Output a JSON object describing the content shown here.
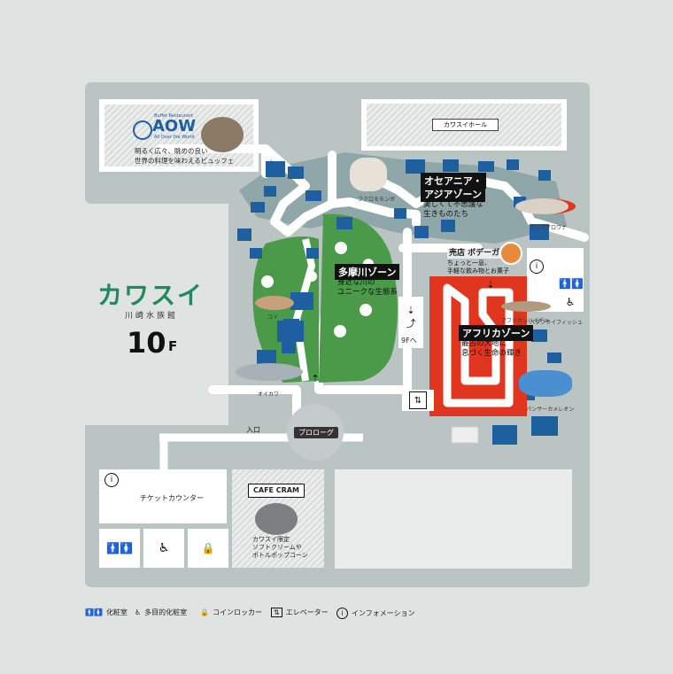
{
  "restaurant": {
    "logo_caption": "Buffet Restaurant",
    "logo_name": "AOW",
    "logo_tagline": "All Over the World",
    "desc_line1": "明るく広々、眺めの良い",
    "desc_line2": "世界の料理を味わえるビュッフェ"
  },
  "hall": {
    "label": "カワスイホール"
  },
  "branding": {
    "name": "カワスイ",
    "subtitle": "川崎水族館",
    "floor_number": "10",
    "floor_unit": "F"
  },
  "zones": {
    "oceania": {
      "title_line1": "オセアニア・",
      "title_line2": "アジアゾーン",
      "desc_line1": "美しくて不思議な",
      "desc_line2": "生きものたち"
    },
    "tama": {
      "title": "多摩川ゾーン",
      "desc_line1": "身近な川の",
      "desc_line2": "ユニークな生態系"
    },
    "africa": {
      "title": "アフリカゾーン",
      "desc_line1": "最古の大地に",
      "desc_line2": "息づく生命の輝き"
    }
  },
  "shop": {
    "title": "売店 ボデーガ",
    "desc_line1": "ちょっと一息、",
    "desc_line2": "手軽な飲み物とお菓子"
  },
  "animal_labels": {
    "sugar_glider": "フクロモモンガ",
    "arowana": "アジアアロワナ",
    "carp": "コイ",
    "oikawa": "オイカワ",
    "lungfish": "アフリカンハイギョ",
    "butterflyfish": "バタフライフィッシュ",
    "chameleon": "パンサーカメレオン"
  },
  "navigation": {
    "down_label": "9Fへ",
    "entrance": "入口",
    "prologue": "プロローグ"
  },
  "ticket": {
    "label": "チケットカウンター"
  },
  "cafe": {
    "name": "CAFE CRAM",
    "desc_line1": "カワスイ限定",
    "desc_line2": "ソフトクリームや",
    "desc_line3": "ボトルポップコーン"
  },
  "legend": {
    "restroom": "化粧室",
    "multipurpose": "多目的化粧室",
    "locker": "コインロッカー",
    "elevator": "エレベーター",
    "info": "インフォメーション"
  },
  "colors": {
    "background": "#dfe3e1",
    "floor": "#b9c4c3",
    "green_zone": "#4a9a4a",
    "red_zone": "#e0361f",
    "tank": "#1e5fa0",
    "brand": "#1f8a5c"
  }
}
